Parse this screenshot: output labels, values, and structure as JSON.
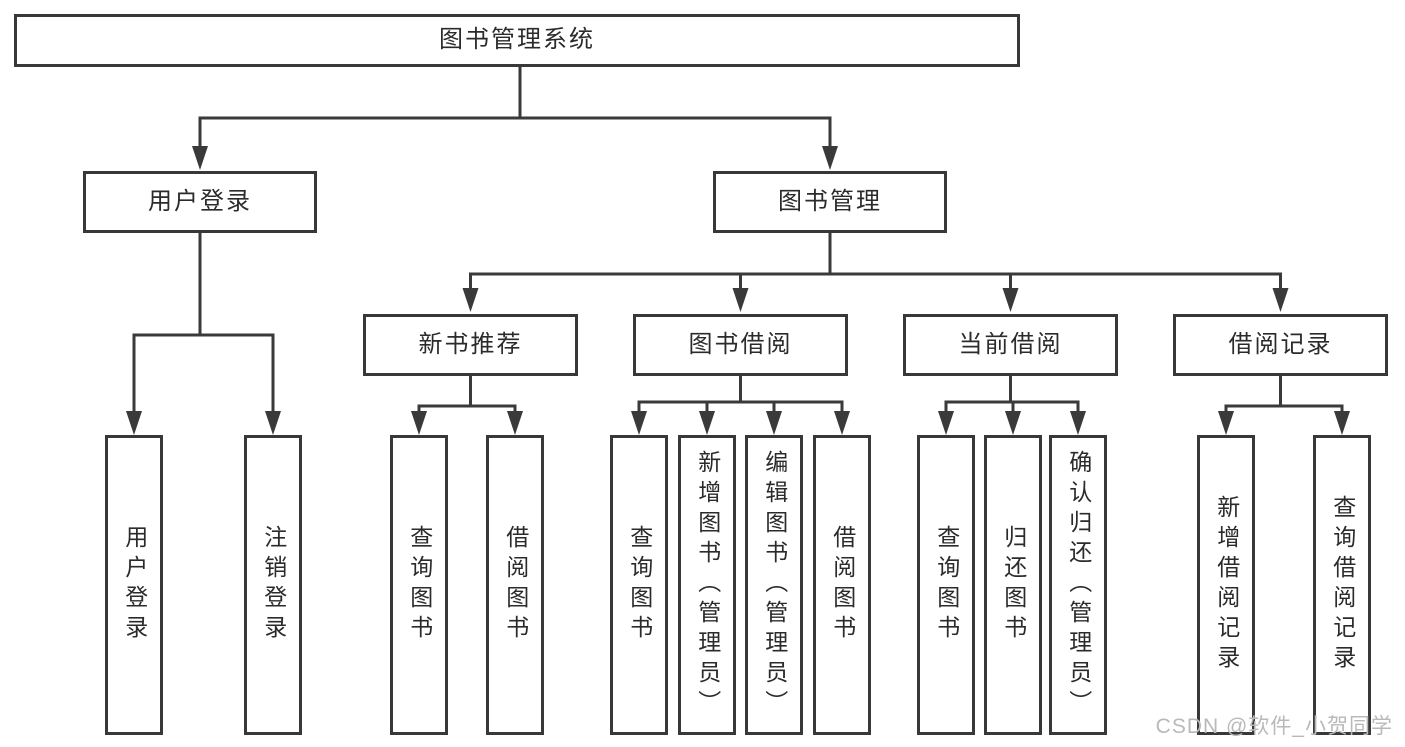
{
  "diagram": {
    "title": "图书管理系统",
    "level2": {
      "user_login": "用户登录",
      "book_management": "图书管理"
    },
    "level3": {
      "new_book_recommend": "新书推荐",
      "book_borrowing": "图书借阅",
      "current_borrowing": "当前借阅",
      "borrowing_records": "借阅记录"
    },
    "leaves": {
      "user_login": "用户登录",
      "logout": "注销登录",
      "rec_query_books": "查询图书",
      "rec_borrow_books": "借阅图书",
      "bb_query_books": "查询图书",
      "bb_add_books_admin": "新增图书（管理员）",
      "bb_edit_books_admin": "编辑图书（管理员）",
      "bb_borrow_books": "借阅图书",
      "cb_query_books": "查询图书",
      "cb_return_books": "归还图书",
      "cb_confirm_return_admin": "确认归还（管理员）",
      "br_add_record": "新增借阅记录",
      "br_query_record": "查询借阅记录"
    }
  },
  "watermark": "CSDN @软件_小贺同学",
  "colors": {
    "line": "#3a3a3a",
    "box_border": "#383838",
    "text": "#2b2b2b",
    "watermark": "#b9b9b9",
    "background": "#ffffff"
  }
}
